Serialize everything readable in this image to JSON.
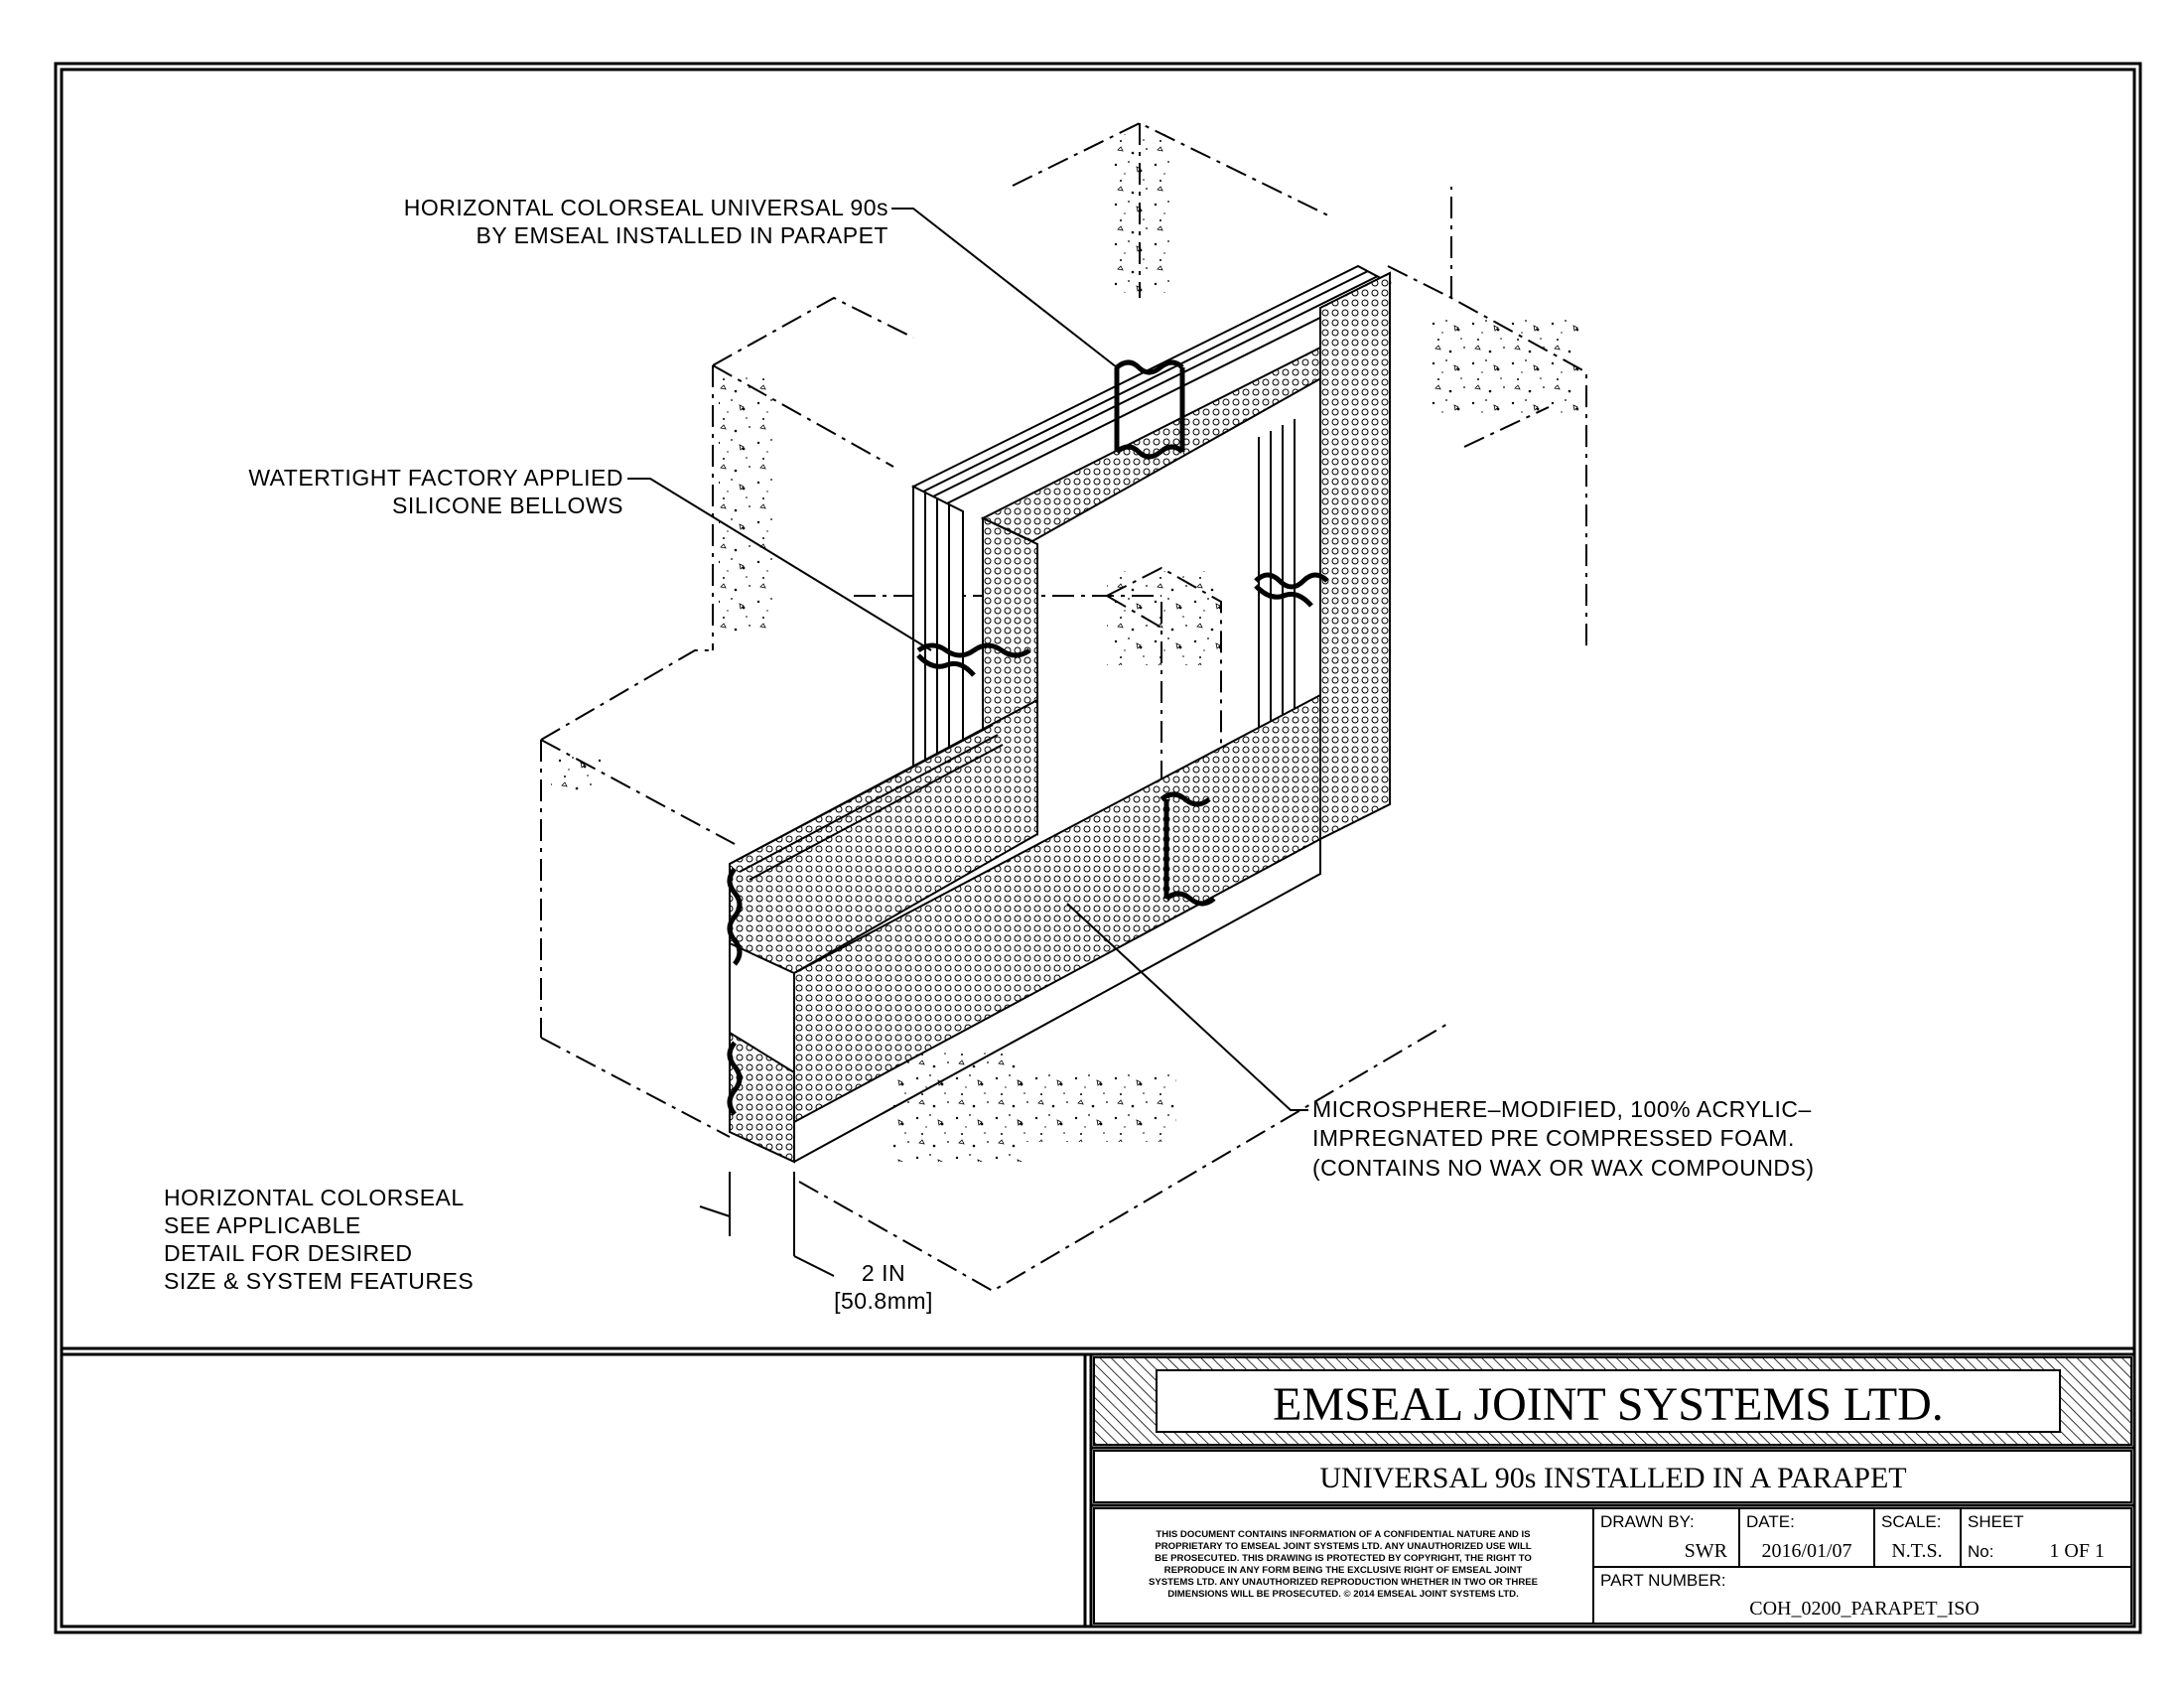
{
  "drawing": {
    "callouts": {
      "horizontal_colorseal": [
        "HORIZONTAL  COLORSEAL  UNIVERSAL  90s",
        "BY  EMSEAL  INSTALLED  IN  PARAPET"
      ],
      "bellows": [
        "WATERTIGHT  FACTORY  APPLIED",
        "SILICONE  BELLOWS"
      ],
      "foam": [
        "MICROSPHERE–MODIFIED,  100%  ACRYLIC–",
        "IMPREGNATED  PRE  COMPRESSED  FOAM.",
        "(CONTAINS  NO  WAX  OR  WAX  COMPOUNDS)"
      ],
      "general_note": [
        "HORIZONTAL  COLORSEAL",
        "SEE  APPLICABLE",
        "DETAIL  FOR  DESIRED",
        "SIZE  &  SYSTEM  FEATURES"
      ],
      "dimension": [
        "2  IN",
        "[50.8mm]"
      ]
    }
  },
  "title_block": {
    "company": "EMSEAL  JOINT  SYSTEMS  LTD.",
    "drawing_title": "UNIVERSAL  90s  INSTALLED  IN  A  PARAPET",
    "disclaimer": [
      "THIS DOCUMENT CONTAINS INFORMATION OF A CONFIDENTIAL NATURE AND IS",
      "PROPRIETARY TO EMSEAL JOINT SYSTEMS LTD. ANY UNAUTHORIZED USE WILL",
      "BE PROSECUTED. THIS DRAWING IS PROTECTED BY COPYRIGHT, THE RIGHT TO",
      "REPRODUCE IN ANY FORM BEING THE EXCLUSIVE RIGHT OF EMSEAL JOINT",
      "SYSTEMS LTD. ANY UNAUTHORIZED REPRODUCTION WHETHER IN TWO OR THREE",
      "DIMENSIONS WILL BE PROSECUTED. © 2014 EMSEAL JOINT SYSTEMS LTD."
    ],
    "drawn_by_label": "DRAWN  BY:",
    "drawn_by": "SWR",
    "date_label": "DATE:",
    "date": "2016/01/07",
    "scale_label": "SCALE:",
    "scale": "N.T.S.",
    "sheet_label": "SHEET",
    "sheet_no_label": "No:",
    "sheet_no": "1  OF  1",
    "part_number_label": "PART  NUMBER:",
    "part_number": "COH_0200_PARAPET_ISO"
  }
}
